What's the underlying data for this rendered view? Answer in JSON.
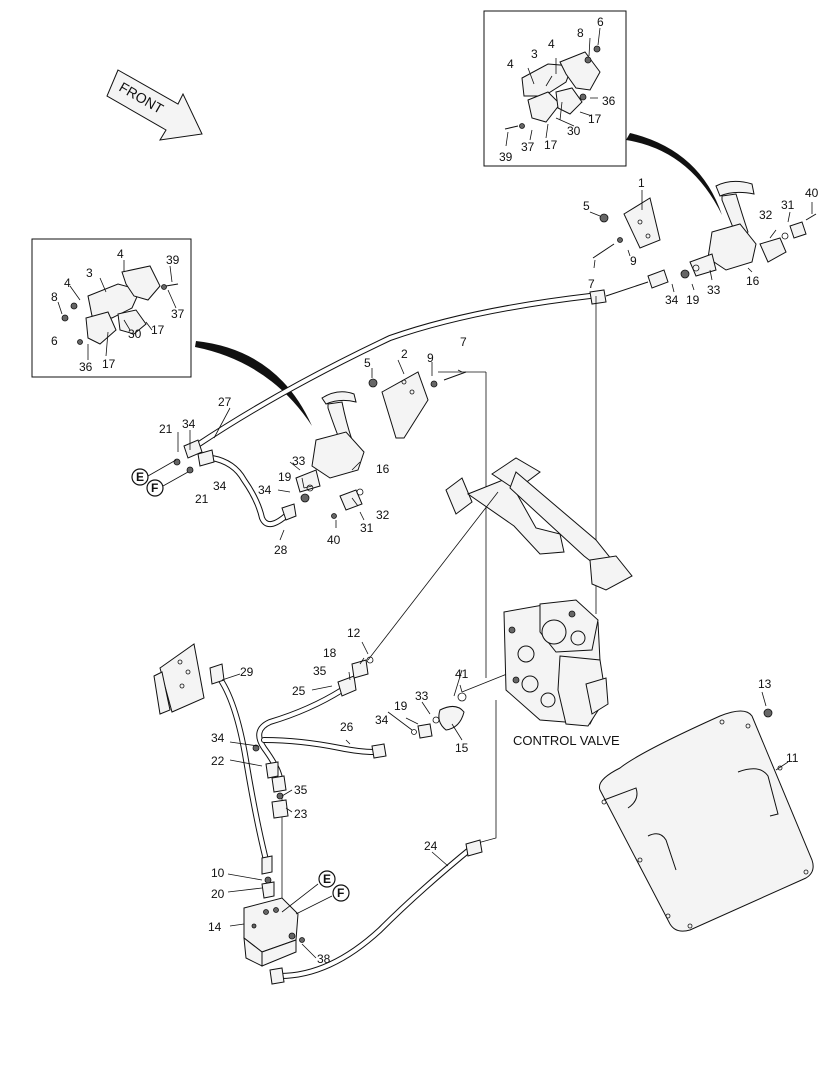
{
  "front_label": "FRONT",
  "control_valve_label": "CONTROL VALVE",
  "circle_labels": {
    "e": "E",
    "f": "F"
  },
  "callouts": {
    "c1": "1",
    "c2": "2",
    "c3": "3",
    "c4": "4",
    "c5": "5",
    "c6": "6",
    "c7": "7",
    "c8": "8",
    "c9": "9",
    "c10": "10",
    "c11": "11",
    "c12": "12",
    "c13": "13",
    "c14": "14",
    "c15": "15",
    "c16": "16",
    "c17": "17",
    "c18": "18",
    "c19": "19",
    "c20": "20",
    "c21": "21",
    "c22": "22",
    "c23": "23",
    "c24": "24",
    "c25": "25",
    "c26": "26",
    "c27": "27",
    "c28": "28",
    "c29": "29",
    "c30": "30",
    "c31": "31",
    "c32": "32",
    "c33": "33",
    "c34": "34",
    "c35": "35",
    "c36": "36",
    "c37": "37",
    "c38": "38",
    "c39": "39",
    "c40": "40",
    "c41": "41"
  }
}
